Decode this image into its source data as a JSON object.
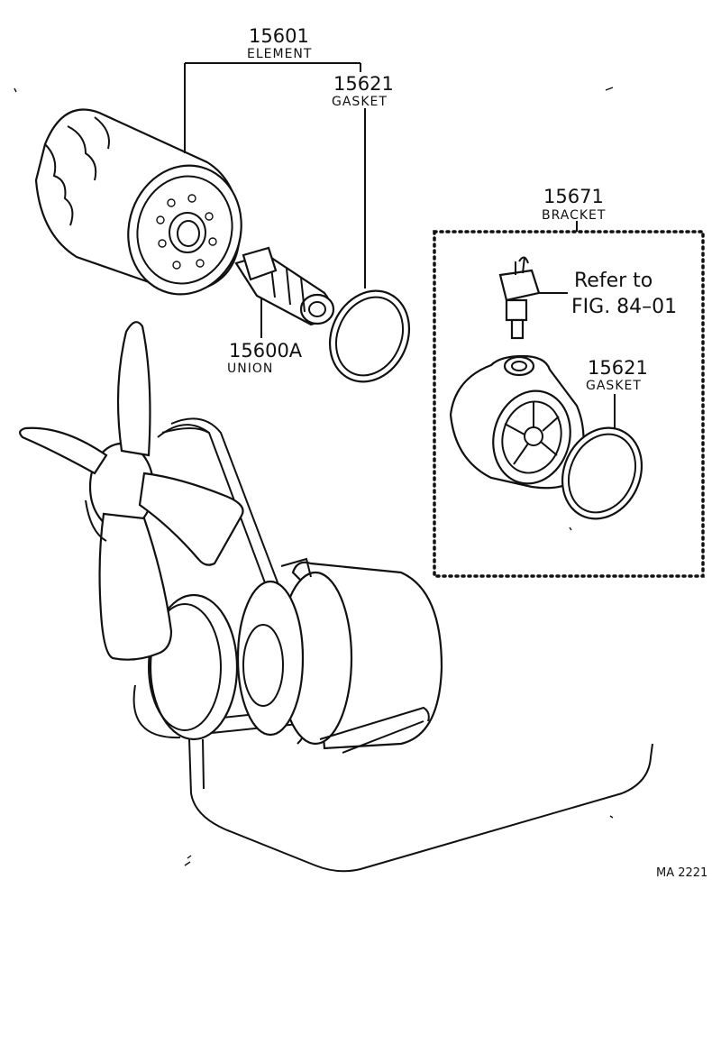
{
  "labels": {
    "element": {
      "number": "15601",
      "name": "ELEMENT"
    },
    "gasket_upper": {
      "number": "15621",
      "name": "GASKET"
    },
    "union": {
      "number": "15600A",
      "name": "UNION"
    },
    "bracket": {
      "number": "15671",
      "name": "BRACKET"
    },
    "refer": {
      "line1": "Refer to",
      "line2": "FIG. 84–01"
    },
    "gasket_lower": {
      "number": "15621",
      "name": "GASKET"
    }
  },
  "figure_code": "MA 2221",
  "colors": {
    "ink": "#111111",
    "paper": "#ffffff"
  }
}
